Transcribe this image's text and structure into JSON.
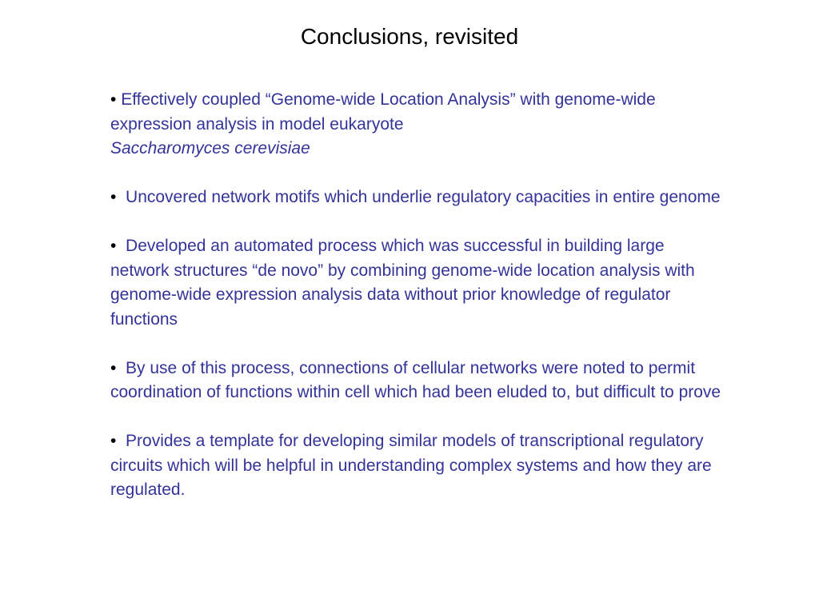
{
  "slide": {
    "title": "Conclusions, revisited",
    "bullet_mark": "•",
    "bullets": [
      {
        "text": "Effectively coupled “Genome-wide Location Analysis” with genome-wide expression analysis in model eukaryote",
        "italic": "Saccharomyces cerevisiae"
      },
      {
        "text": "Uncovered network motifs which underlie regulatory capacities in entire genome"
      },
      {
        "text": "Developed an automated process which was successful in building large network structures “de novo” by combining genome-wide location analysis with genome-wide expression analysis data without prior knowledge of regulator functions"
      },
      {
        "text": "By use of this process, connections of cellular networks were noted to permit coordination of functions within cell which had been eluded to, but difficult to prove"
      },
      {
        "text": "Provides a template for developing similar models of transcriptional regulatory circuits which will be helpful in understanding complex systems and how they are regulated."
      }
    ]
  },
  "colors": {
    "title": "#000000",
    "bullet_text": "#333399",
    "background": "#ffffff"
  }
}
